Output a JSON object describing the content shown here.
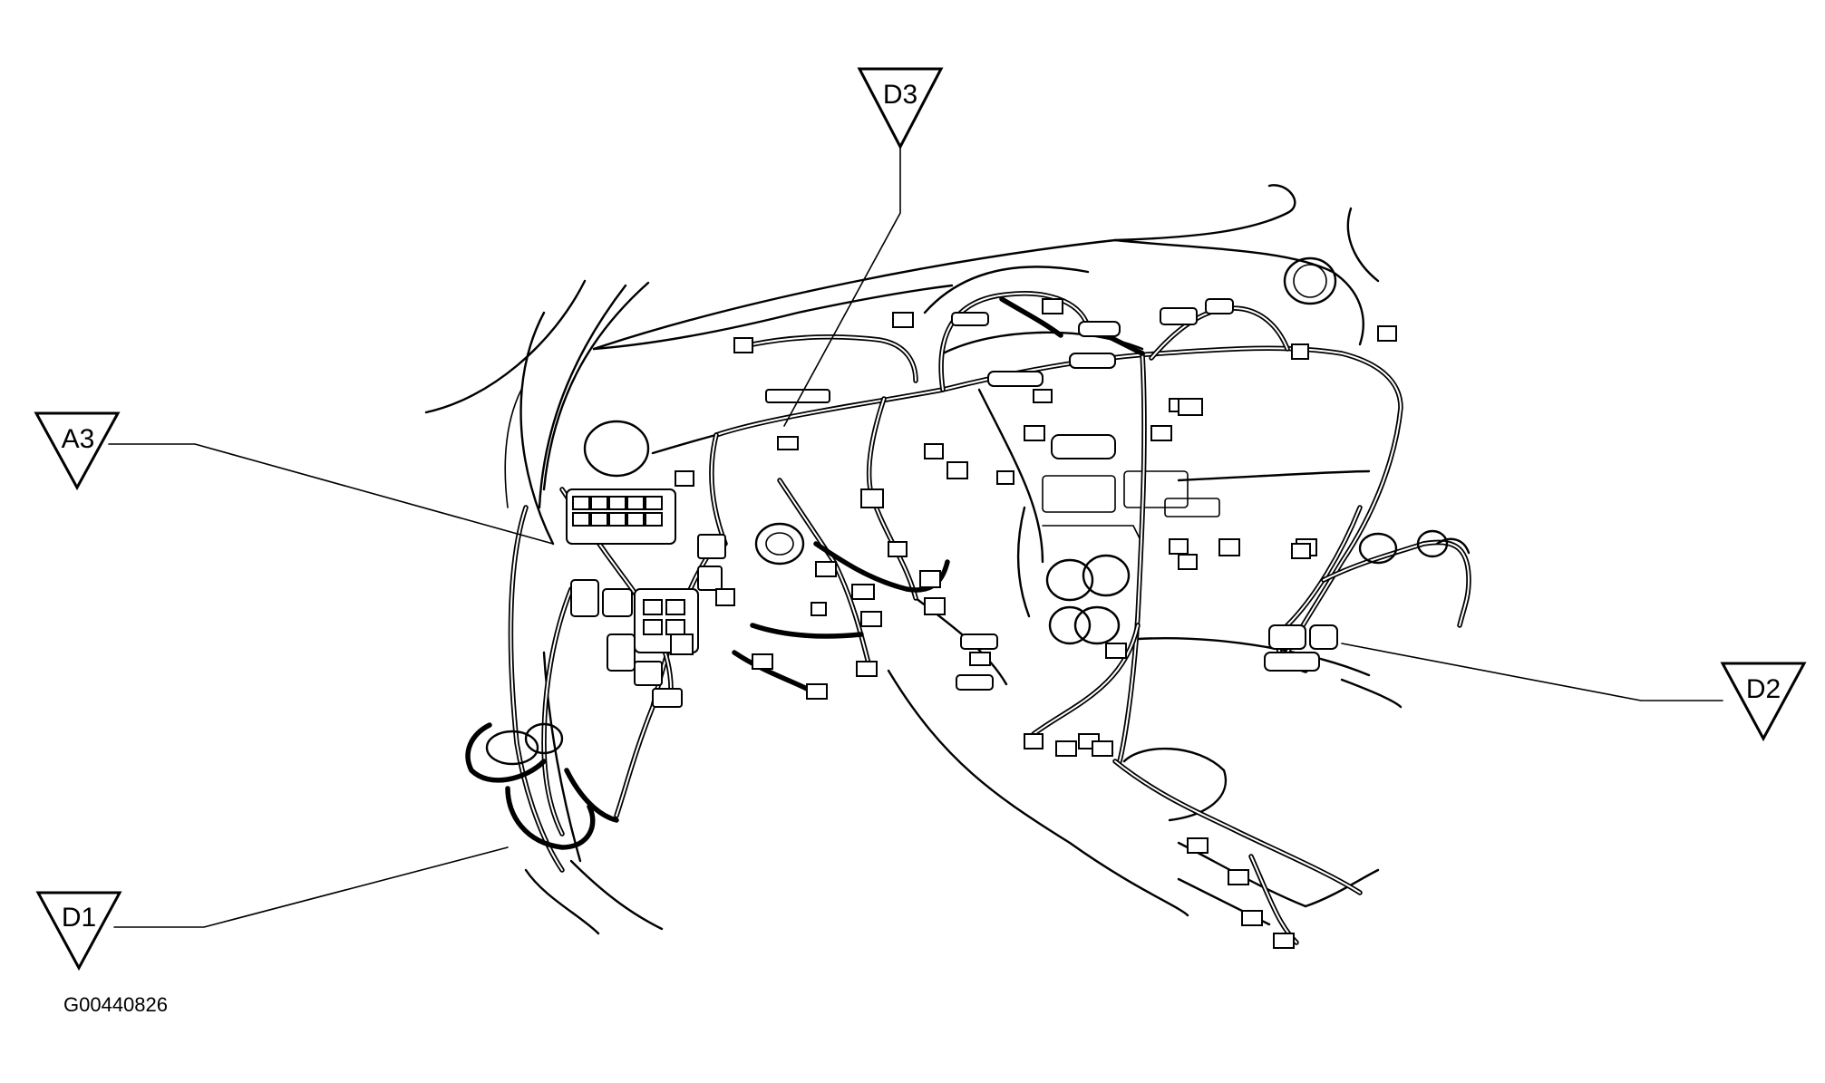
{
  "callouts": [
    {
      "id": "d3",
      "label": "D3"
    },
    {
      "id": "a3",
      "label": "A3"
    },
    {
      "id": "d2",
      "label": "D2"
    },
    {
      "id": "d1",
      "label": "D1"
    }
  ],
  "figure_id": "G00440826"
}
